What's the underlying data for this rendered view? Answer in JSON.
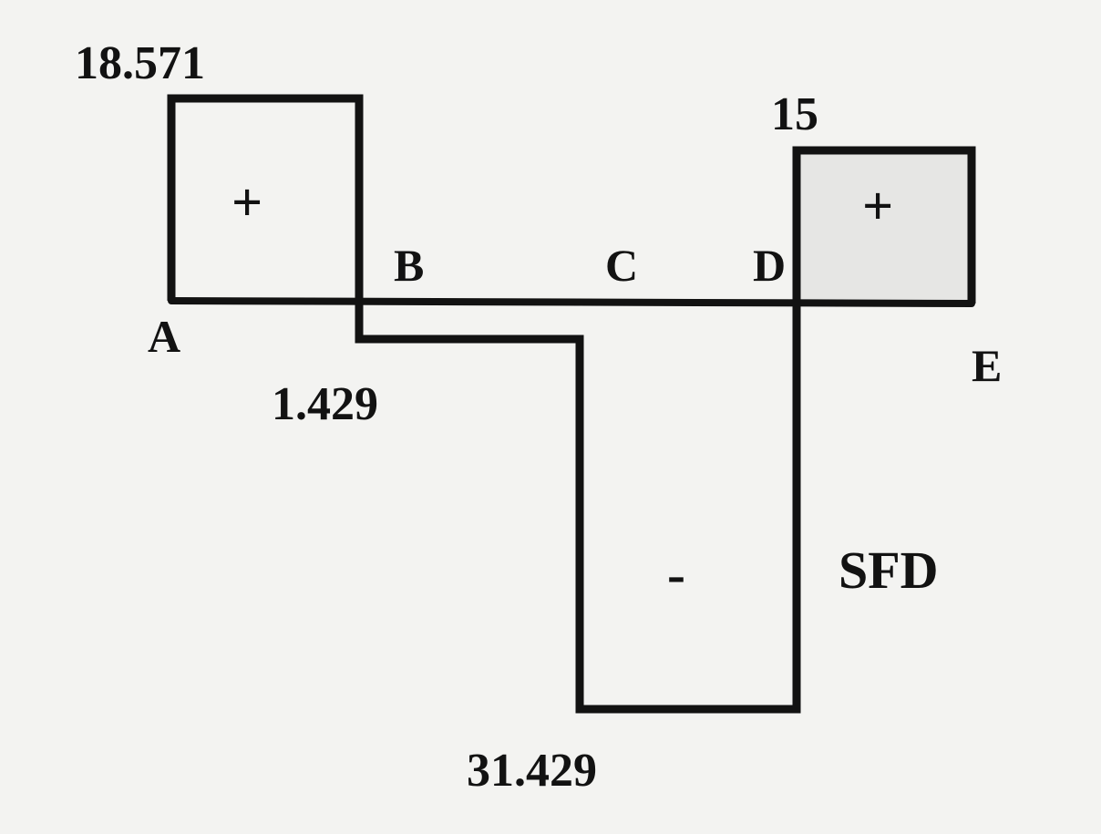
{
  "diagram": {
    "title": "SFD",
    "points": [
      "A",
      "B",
      "C",
      "D",
      "E"
    ],
    "values": {
      "a_top": "18.571",
      "b_bottom": "1.429",
      "c_bottom": "31.429",
      "d_top": "15"
    },
    "signs": {
      "region_ab": "+",
      "region_cd": "-",
      "region_de": "+"
    },
    "shear_segments": [
      {
        "from": "A",
        "to": "B",
        "shear": 18.571
      },
      {
        "from": "B",
        "to": "C",
        "shear": -1.429
      },
      {
        "from": "C",
        "to": "D",
        "shear": -31.429
      },
      {
        "from": "D",
        "to": "E",
        "shear": 15
      }
    ],
    "colors": {
      "ink": "#121212",
      "paper": "#f3f3f1",
      "shade": "#e6e6e4"
    }
  }
}
